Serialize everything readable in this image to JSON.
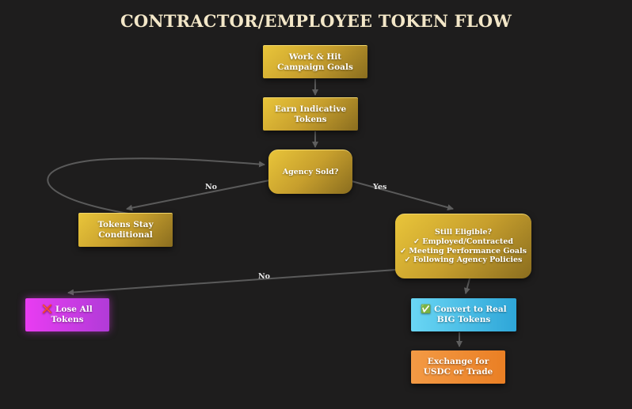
{
  "title": "CONTRACTOR/EMPLOYEE TOKEN FLOW",
  "nodes": {
    "work": [
      "Work & Hit",
      "Campaign Goals"
    ],
    "earn": [
      "Earn Indicative",
      "Tokens"
    ],
    "sold": [
      "Agency Sold?"
    ],
    "conditional": [
      "Tokens Stay",
      "Conditional"
    ],
    "eligible": [
      "Still Eligible?",
      "✓ Employed/Contracted",
      "✓ Meeting Performance Goals",
      "✓ Following Agency Policies"
    ],
    "lose": [
      "❌ Lose All",
      "Tokens"
    ],
    "convert": [
      "✅ Convert to Real",
      "BIG Tokens"
    ],
    "exchange": [
      "Exchange for",
      "USDC or Trade"
    ]
  },
  "edge_labels": {
    "sold_no": "No",
    "sold_yes": "Yes",
    "eligible_no": "No"
  },
  "colors": {
    "background": "#1e1d1d",
    "gold": "#d4ad30",
    "pink": "#d93de6",
    "blue": "#4cc0e6",
    "orange": "#ef8c34",
    "edge": "#5a5a5a"
  }
}
